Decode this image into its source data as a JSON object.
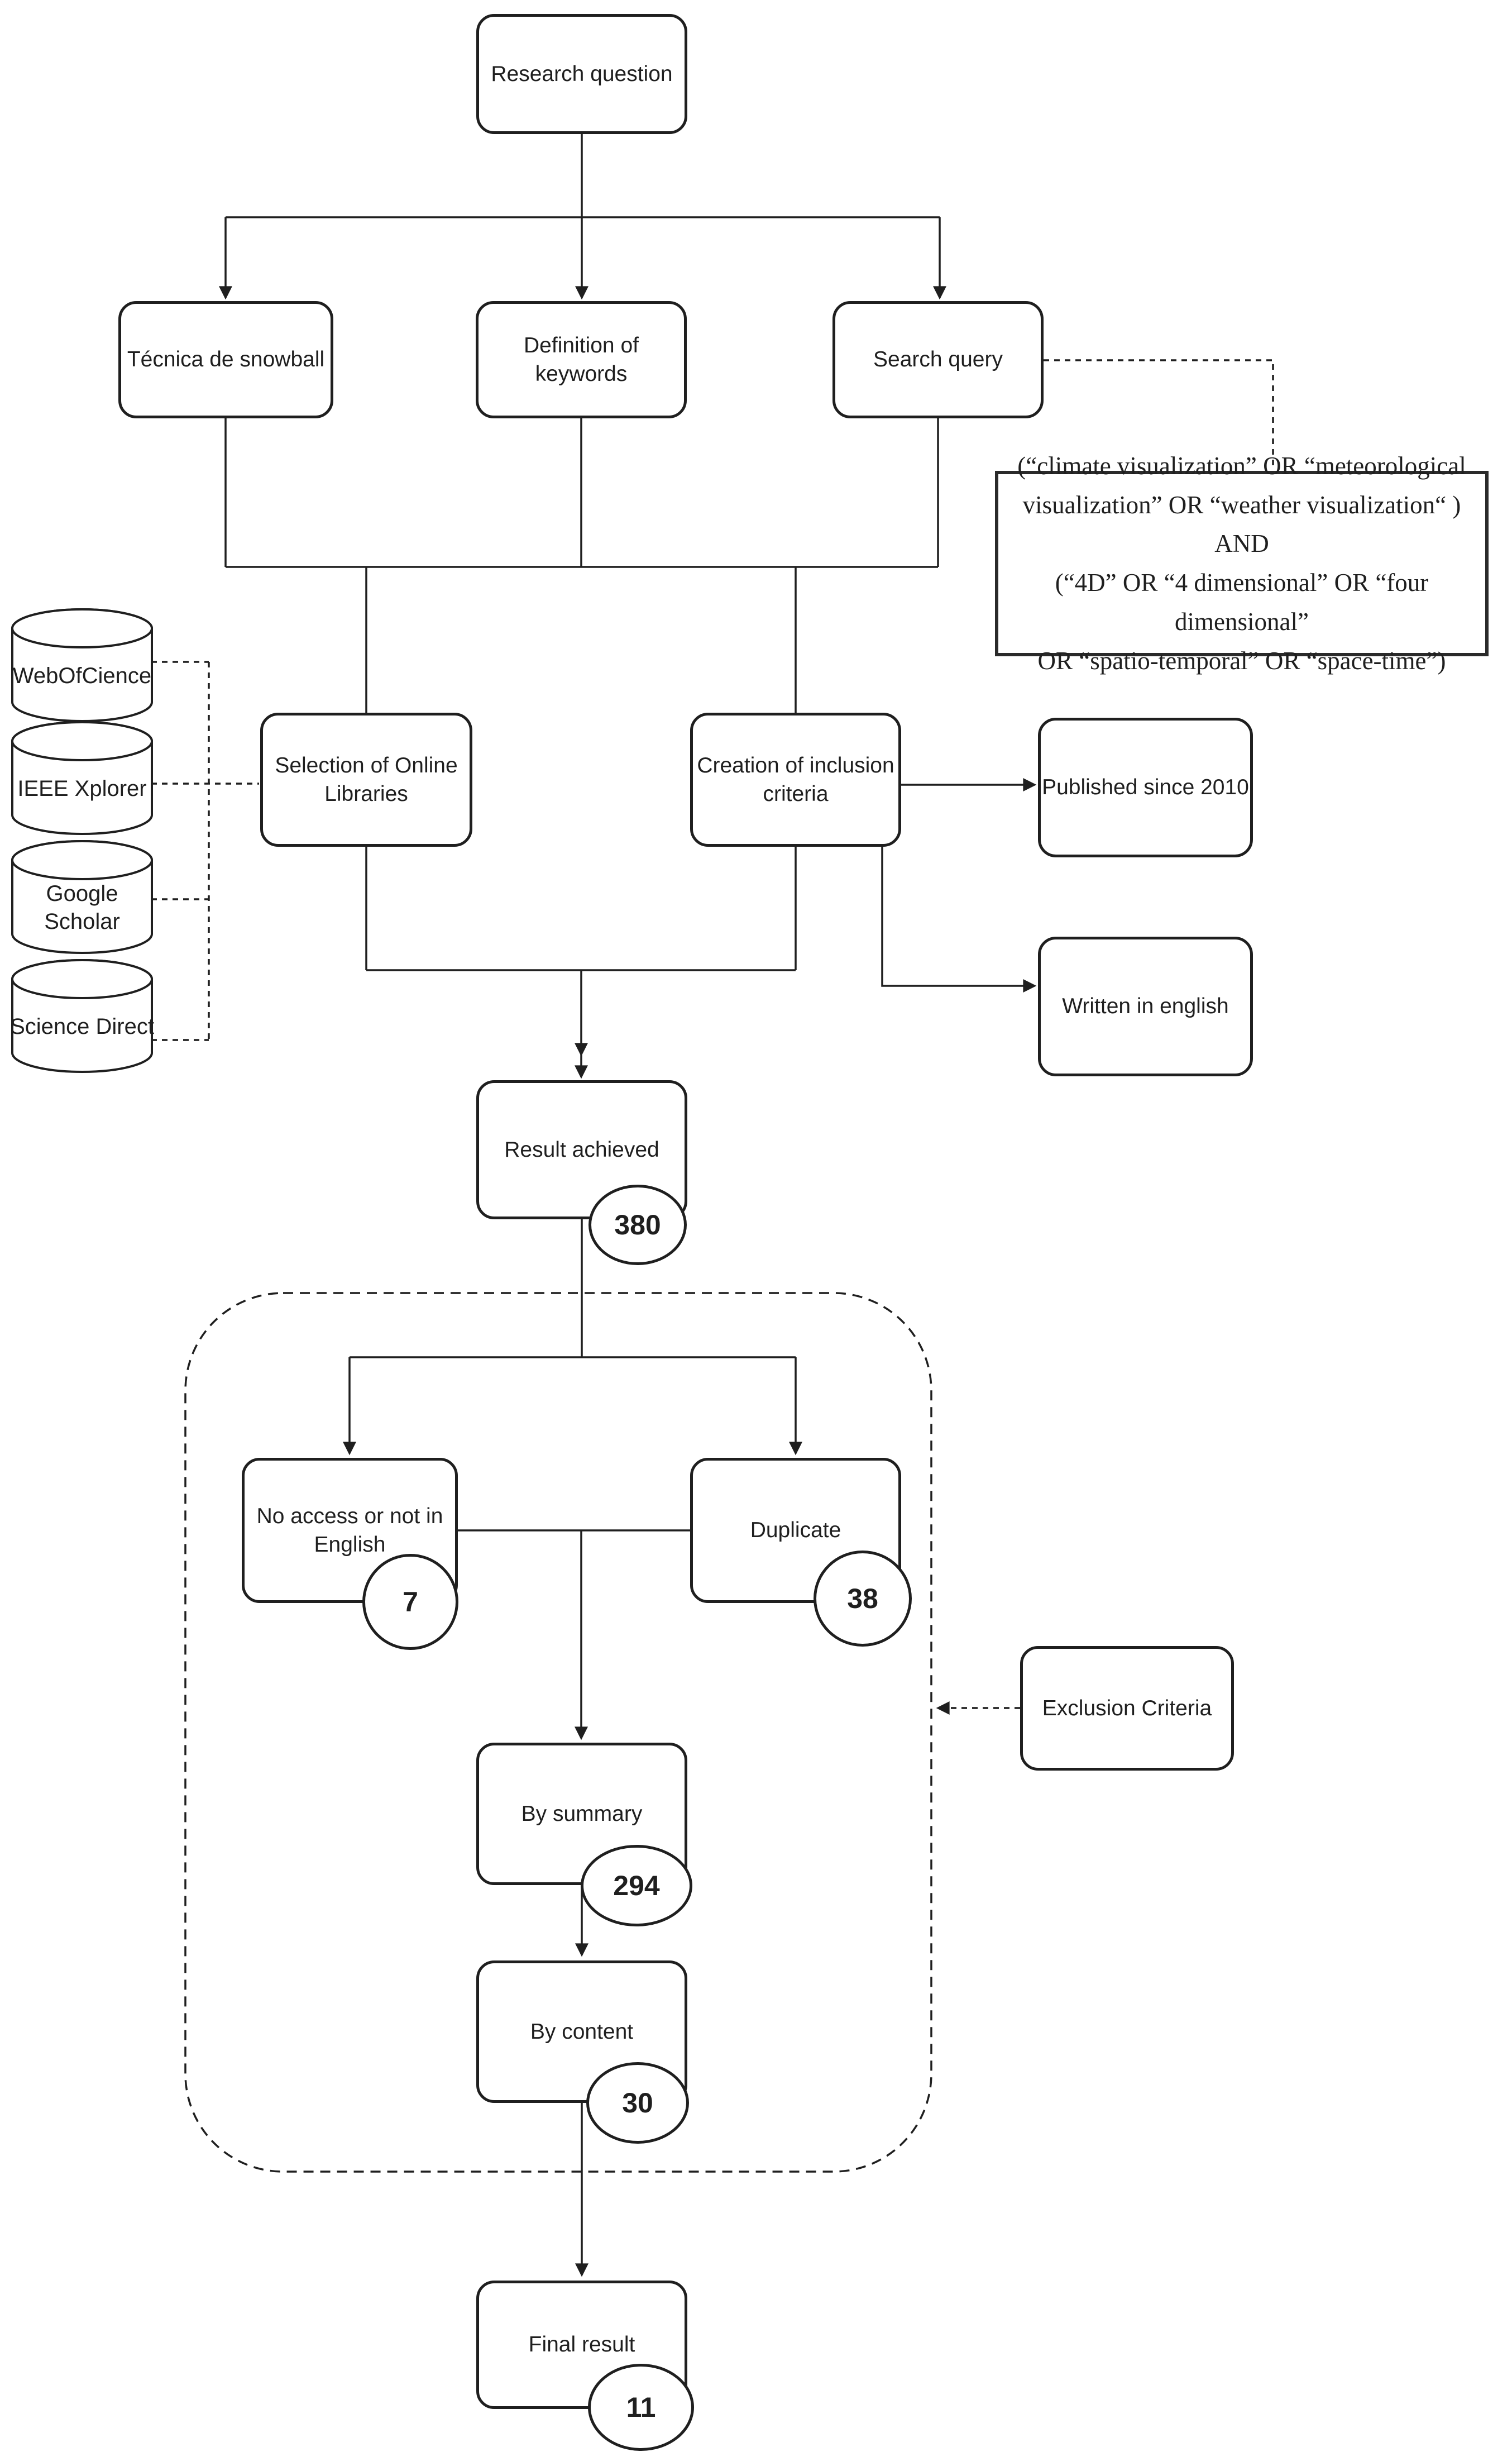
{
  "flowchart": {
    "nodes": {
      "research_question": {
        "lines": [
          "Research question"
        ]
      },
      "snowball": {
        "lines": [
          "Técnica de snowball"
        ]
      },
      "keywords": {
        "lines": [
          "Definition of",
          "keywords"
        ]
      },
      "search_query": {
        "lines": [
          "Search query"
        ]
      },
      "selection_libraries": {
        "lines": [
          "Selection of Online",
          "Libraries"
        ]
      },
      "inclusion_criteria": {
        "lines": [
          "Creation of inclusion",
          "criteria"
        ]
      },
      "published_since": {
        "lines": [
          "Published since 2010"
        ]
      },
      "written_english": {
        "lines": [
          "Written in english"
        ]
      },
      "result_achieved": {
        "lines": [
          "Result achieved"
        ],
        "count": "380"
      },
      "no_access": {
        "lines": [
          "No access or not in",
          "English"
        ],
        "count": "7"
      },
      "duplicate": {
        "lines": [
          "Duplicate"
        ],
        "count": "38"
      },
      "by_summary": {
        "lines": [
          "By summary"
        ],
        "count": "294"
      },
      "by_content": {
        "lines": [
          "By content"
        ],
        "count": "30"
      },
      "exclusion_criteria": {
        "lines": [
          "Exclusion Criteria"
        ]
      },
      "final_result": {
        "lines": [
          "Final result"
        ],
        "count": "11"
      }
    },
    "query_box": {
      "lines": [
        "(“climate visualization” OR “meteorological",
        "visualization” OR “weather  visualization“ ) AND",
        "(“4D” OR “4 dimensional” OR “four dimensional”",
        "OR  “spatio-temporal” OR “space-time”)"
      ]
    },
    "databases": [
      {
        "lines": [
          "WebOfCience"
        ]
      },
      {
        "lines": [
          "IEEE Xplorer"
        ]
      },
      {
        "lines": [
          "Google",
          "Scholar"
        ]
      },
      {
        "lines": [
          "Science Direct"
        ]
      }
    ],
    "colors": {
      "stroke": "#1f1f1f",
      "background": "#ffffff"
    }
  }
}
